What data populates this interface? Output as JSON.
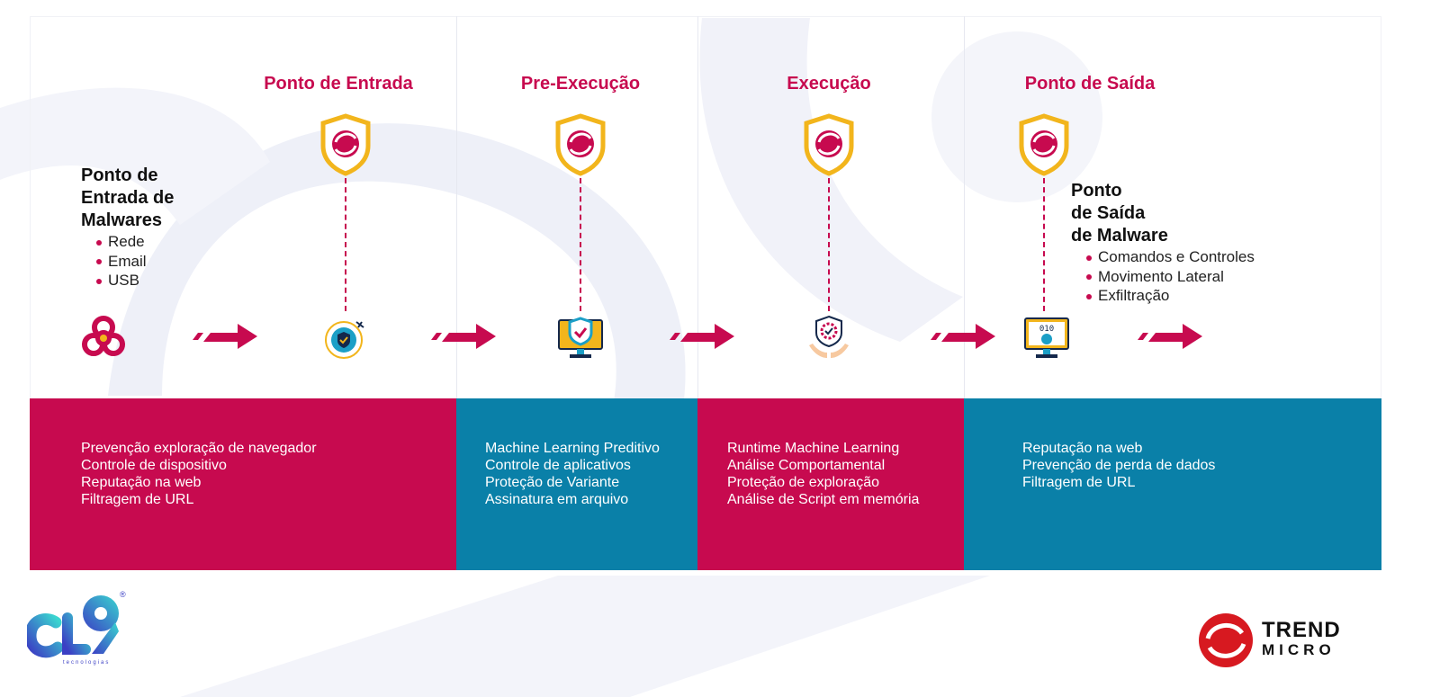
{
  "colors": {
    "magenta": "#c70a4f",
    "teal": "#0a80a8",
    "gold": "#f2b51c"
  },
  "stages": [
    {
      "title": "Ponto de Entrada",
      "icon": "globe-shield-icon"
    },
    {
      "title": "Pre-Execução",
      "icon": "monitor-shield-icon"
    },
    {
      "title": "Execução",
      "icon": "gear-shield-hands-icon"
    },
    {
      "title": "Ponto de Saída",
      "icon": "monitor-binary-icon"
    }
  ],
  "entry": {
    "title_lines": [
      "Ponto de",
      "Entrada de",
      "Malwares"
    ],
    "items": [
      "Rede",
      "Email",
      "USB"
    ]
  },
  "exit": {
    "title_lines": [
      "Ponto",
      "de Saída",
      "de Malware"
    ],
    "items": [
      "Comandos e Controles",
      "Movimento Lateral",
      "Exfiltração"
    ]
  },
  "bands": [
    {
      "items": [
        "Prevenção exploração de navegador",
        "Controle de dispositivo",
        "Reputação na web",
        "Filtragem de URL"
      ]
    },
    {
      "items": [
        "Machine Learning Preditivo",
        "Controle de aplicativos",
        "Proteção de Variante",
        "Assinatura em arquivo"
      ]
    },
    {
      "items": [
        "Runtime Machine Learning",
        "Análise Comportamental",
        "Proteção de exploração",
        "Análise de Script em memória"
      ]
    },
    {
      "items": [
        "Reputação na web",
        "Prevenção de perda de dados",
        "Filtragem de URL"
      ]
    }
  ],
  "logos": {
    "left": "cl9 tecnologias",
    "right_line1": "TREND",
    "right_line2": "MICRO"
  }
}
